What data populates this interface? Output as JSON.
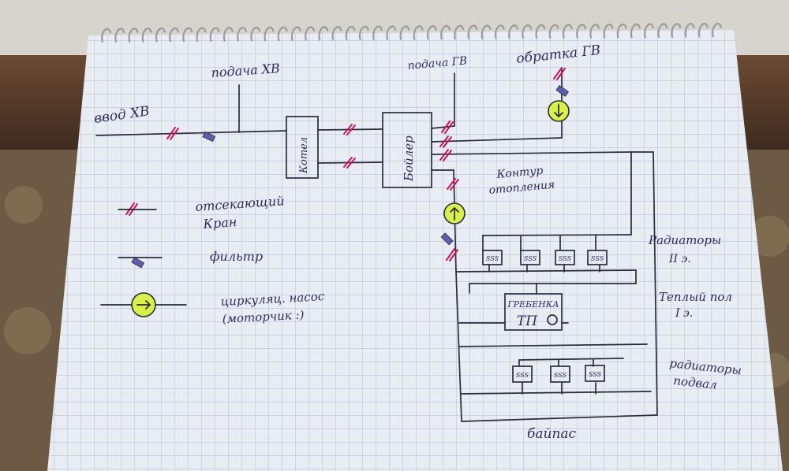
{
  "labels": {
    "cold_inlet": "ввод ХВ",
    "cold_supply": "подача ХВ",
    "hot_supply": "подача ГВ",
    "hot_return": "обратка ГВ",
    "boiler_heater": "Котел",
    "boiler_tank": "Бойлер",
    "heating_loop_1": "Контур",
    "heating_loop_2": "отопления",
    "radiators_2_1": "Радиаторы",
    "radiators_2_2": "II э.",
    "floor_heat_1": "Теплый пол",
    "floor_heat_2": "I э.",
    "radiators_basement_1": "радиаторы",
    "radiators_basement_2": "подвал",
    "bypass": "байпас",
    "manifold_1": "ГРЕБЕНКА",
    "manifold_2": "ТП",
    "radiator_mark": "SSS"
  },
  "legend": {
    "valve_1": "отсекающий",
    "valve_2": "Кран",
    "filter": "фильтр",
    "pump_1": "циркуляц. насос",
    "pump_2": "(моторчик :)"
  },
  "colors": {
    "paper": "#e9ecf3",
    "grid": "#aeb9d8",
    "ink": "#2b2b3a",
    "valve": "#c2185b",
    "filter": "#5a5fb0",
    "pump": "#d9f04a",
    "background": "#4a3a2c"
  }
}
